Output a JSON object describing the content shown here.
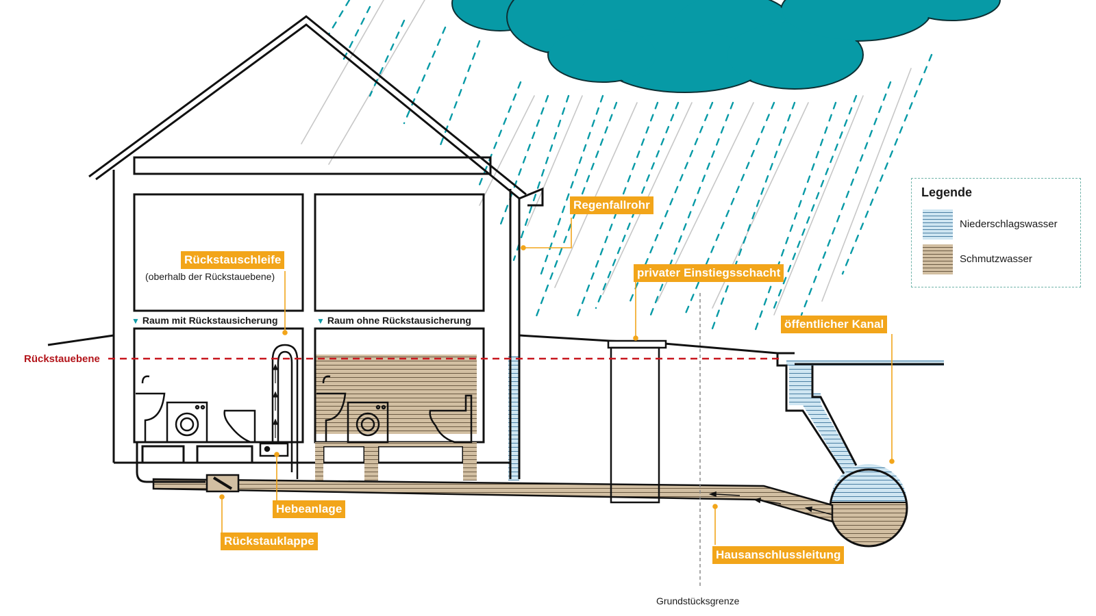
{
  "colors": {
    "cloud": "#079aa6",
    "label": "#f2a51a",
    "rain_water": "#cfe6f2",
    "waste_water": "#d2bfa2",
    "backflow_line": "#c8161d",
    "outline": "#111111"
  },
  "labels": {
    "regenfallrohr": "Regenfallrohr",
    "rueckstauschleife": "Rückstauschleife",
    "rueckstauschleife_sub": "(oberhalb der Rückstauebene)",
    "raum_mit": "Raum mit Rückstausicherung",
    "raum_ohne": "Raum ohne Rückstausicherung",
    "rueckstauebene": "Rückstauebene",
    "einstiegsschacht": "privater Einstiegsschacht",
    "kanal": "öffentlicher Kanal",
    "hebeanlage": "Hebeanlage",
    "rueckstauklappe": "Rückstauklappe",
    "hausanschluss": "Hausanschlussleitung",
    "grenze": "Grundstücksgrenze"
  },
  "legend": {
    "title": "Legende",
    "items": [
      {
        "label": "Niederschlagswasser",
        "swatch": "blue-hatch"
      },
      {
        "label": "Schmutzwasser",
        "swatch": "brown-hatch"
      }
    ]
  }
}
